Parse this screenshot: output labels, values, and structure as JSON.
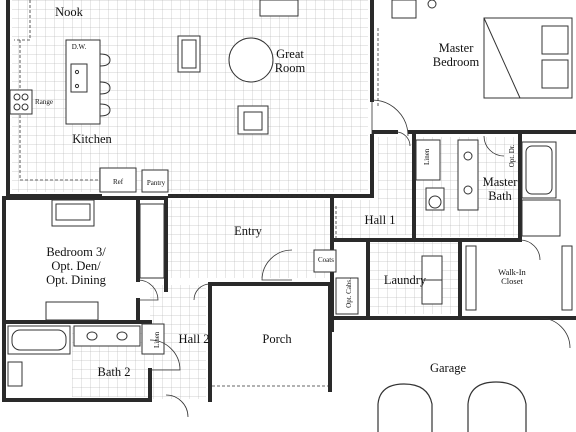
{
  "rooms": {
    "nook": "Nook",
    "great_room": [
      "Great",
      "Room"
    ],
    "master_bedroom": [
      "Master",
      "Bedroom"
    ],
    "kitchen": "Kitchen",
    "range": "Range",
    "dw": "D.W.",
    "ref": "Ref",
    "pantry": "Pantry",
    "linen_upper": "Linen",
    "opt_dr": "Opt. Dr.",
    "master_bath": [
      "Master",
      "Bath"
    ],
    "hall_1": "Hall 1",
    "entry": "Entry",
    "bedroom_3": [
      "Bedroom 3/",
      "Opt. Den/",
      "Opt. Dining"
    ],
    "coats": "Coats",
    "laundry": "Laundry",
    "walk_in_closet": [
      "Walk-In",
      "Closet"
    ],
    "opt_cabs": [
      "Opt.",
      "Cabs."
    ],
    "hall_2": "Hall 2",
    "linen_lower": "Linen",
    "porch": "Porch",
    "garage": "Garage",
    "bath_2": "Bath 2"
  },
  "colors": {
    "wall": "#2a2a2a",
    "tile": "#9a9a9a",
    "line": "#333333",
    "background": "#ffffff"
  }
}
